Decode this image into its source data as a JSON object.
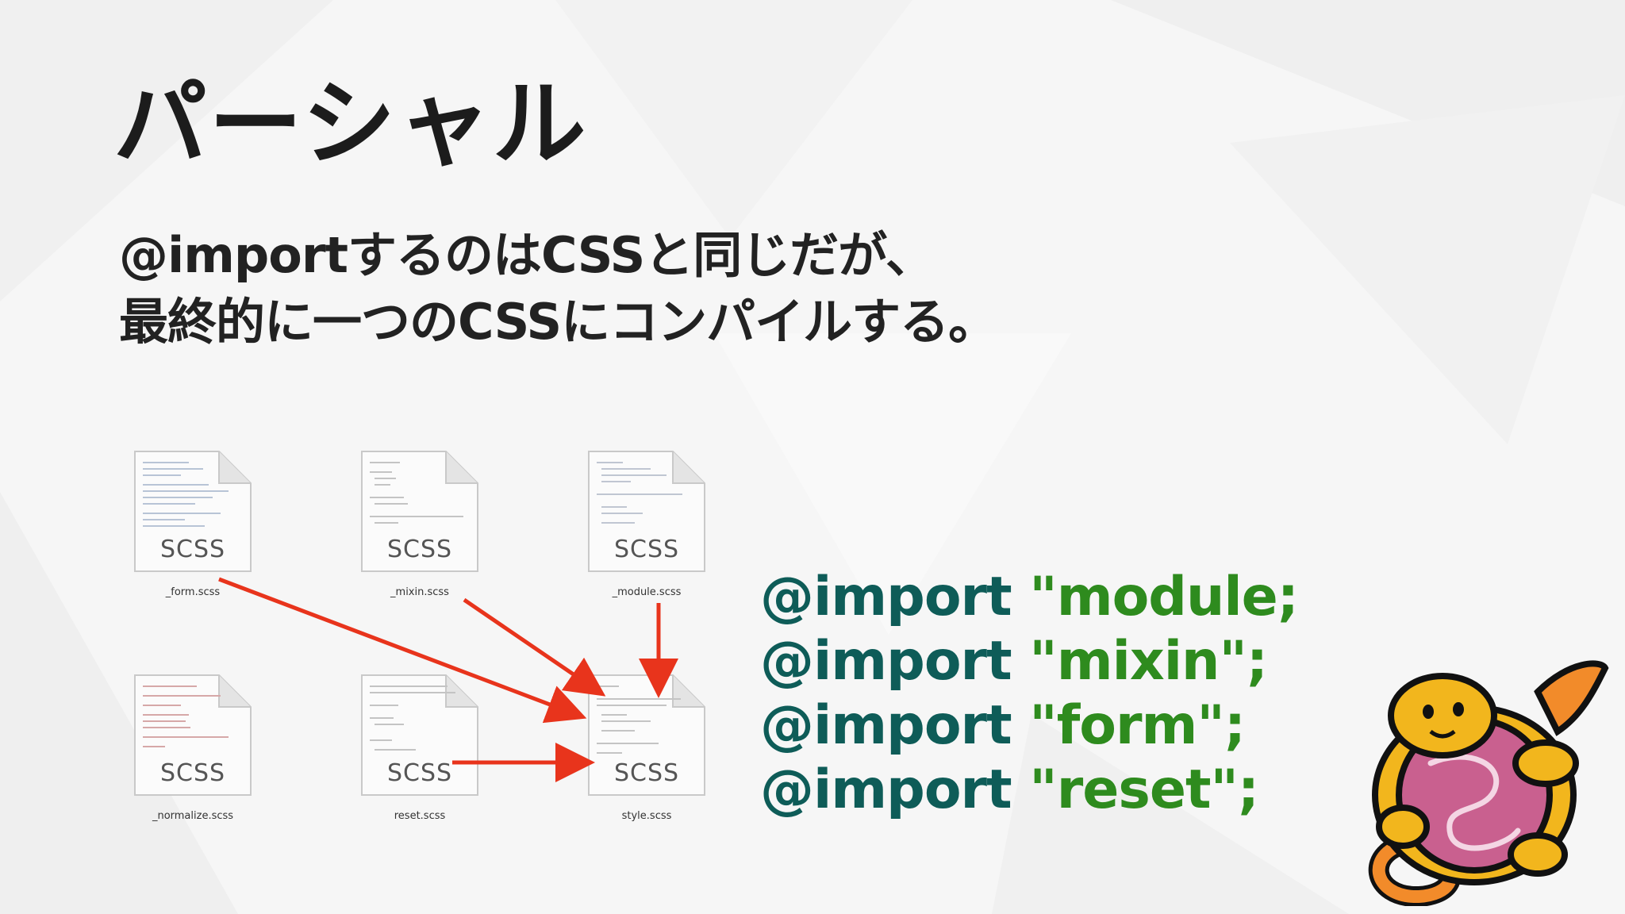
{
  "slide": {
    "title": "パーシャル",
    "subtitle_line1": "@importするのはCSSと同じだが、",
    "subtitle_line2": "最終的に一つのCSSにコンパイルする。"
  },
  "files": [
    {
      "name": "_form.scss",
      "badge": "SCSS"
    },
    {
      "name": "_mixin.scss",
      "badge": "SCSS"
    },
    {
      "name": "_module.scss",
      "badge": "SCSS"
    },
    {
      "name": "_normalize.scss",
      "badge": "SCSS"
    },
    {
      "name": "reset.scss",
      "badge": "SCSS"
    },
    {
      "name": "style.scss",
      "badge": "SCSS"
    }
  ],
  "imports": [
    {
      "keyword": "@import ",
      "value": "\"module;"
    },
    {
      "keyword": "@import ",
      "value": "\"mixin\";"
    },
    {
      "keyword": "@import ",
      "value": "\"form\";"
    },
    {
      "keyword": "@import ",
      "value": "\"reset\";"
    }
  ],
  "colors": {
    "background": "#f6f6f6",
    "title": "#1c1c1c",
    "import_keyword": "#0e5c58",
    "import_string": "#2e8b1e",
    "arrow": "#e8341c",
    "mascot_body": "#f2b61d",
    "mascot_ball": "#c9608f"
  },
  "icons": {
    "file": "scss-file-icon",
    "mascot": "wapuu-mascot-icon"
  }
}
